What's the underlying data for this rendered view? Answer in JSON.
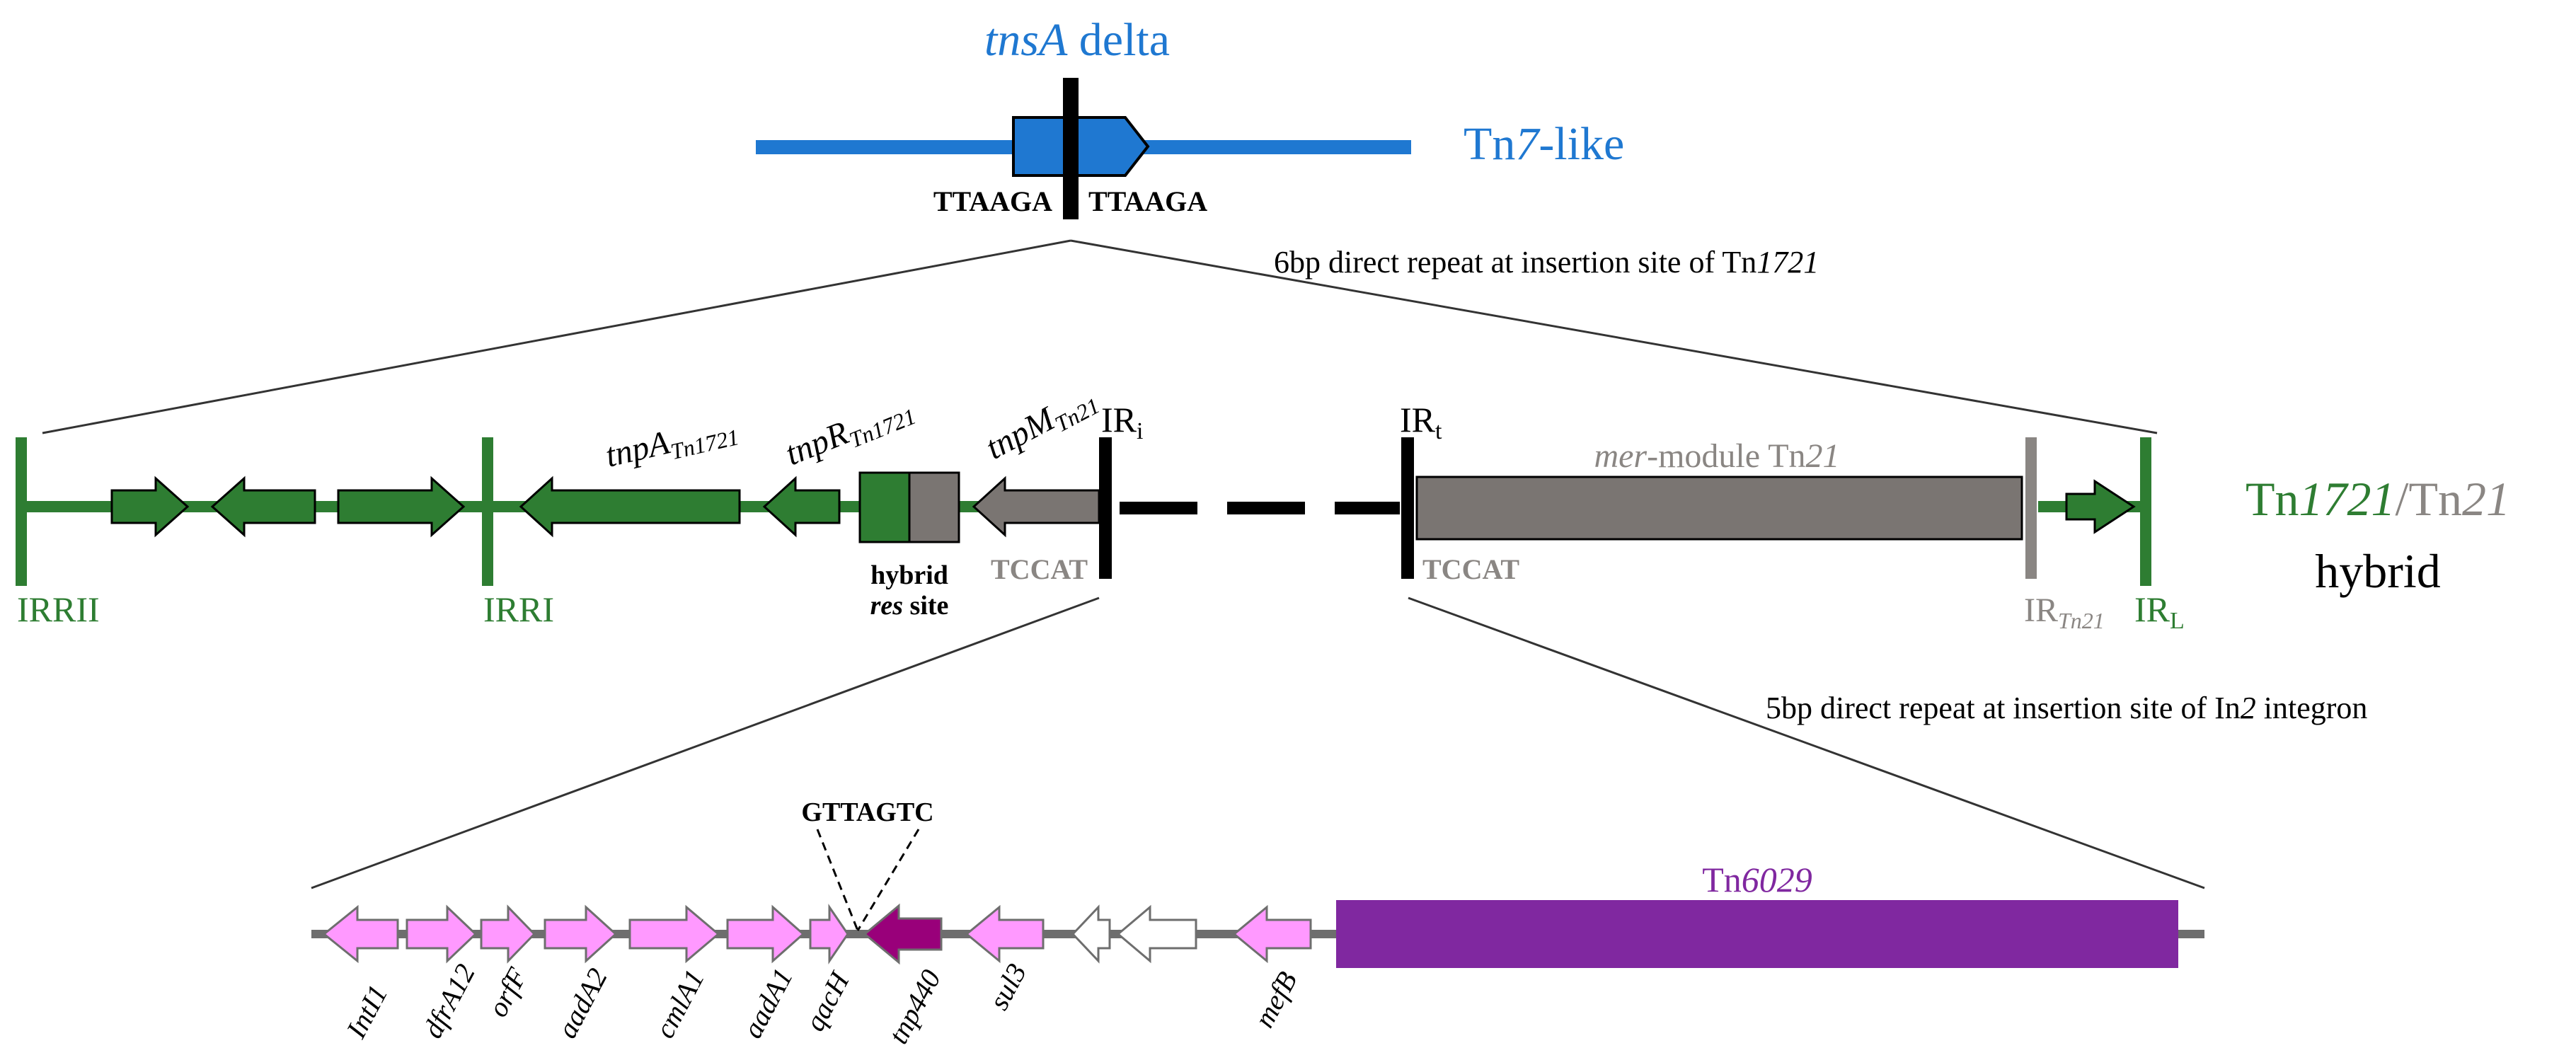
{
  "colors": {
    "blue": "#1f78d1",
    "green": "#2e7d32",
    "gray": "#7a7572",
    "gray_label": "#8a8683",
    "pink": "#ff99ff",
    "magenta": "#99007a",
    "purple": "#8028a0",
    "black": "#000000",
    "line_gray": "#6e6e6e"
  },
  "tn7": {
    "gene": "tnsA",
    "gene_suffix": " delta",
    "label_pre": "Tn",
    "label_ital": "7",
    "label_post": "-like",
    "repeat_left": "TTAAGA",
    "repeat_right": "TTAAGA"
  },
  "repeat6": {
    "pre": "6bp direct repeat at insertion site of Tn",
    "ital": "1721"
  },
  "repeat5": {
    "pre": "5bp direct repeat at insertion site of In",
    "ital": "2",
    "post": " integron"
  },
  "middle": {
    "irrii": "IRRII",
    "irri": "IRRI",
    "tnpA_main": "tnpA",
    "tnpA_sub": "Tn1721",
    "tnpR_main": "tnpR",
    "tnpR_sub": "Tn1721",
    "tnpM_main": "tnpM",
    "tnpM_sub": "Tn21",
    "hybrid_line1": "hybrid",
    "hybrid_res": "res",
    "hybrid_site": " site",
    "tccat_left": "TCCAT",
    "tccat_right": "TCCAT",
    "iri_main": "IR",
    "iri_sub": "i",
    "irt_main": "IR",
    "irt_sub": "t",
    "mer_ital": "mer",
    "mer_rest": "-module Tn",
    "mer_num": "21",
    "irtn21_main": "IR",
    "irtn21_sub": "Tn21",
    "irl_main": "IR",
    "irl_sub": "L",
    "hybrid_title_tn": "Tn",
    "hybrid_title_1721": "1721",
    "hybrid_title_slash": "/Tn",
    "hybrid_title_21": "21",
    "hybrid_title_word": "hybrid"
  },
  "bottom": {
    "gttagtc": "GTTAGTC",
    "tn6029_pre": "Tn",
    "tn6029_ital": "6029",
    "genes": [
      "IntI1",
      "dfrA12",
      "orfF",
      "aadA2",
      "cmlA1",
      "aadA1",
      "qacH",
      "tnp440",
      "sul3",
      "mefB"
    ]
  }
}
